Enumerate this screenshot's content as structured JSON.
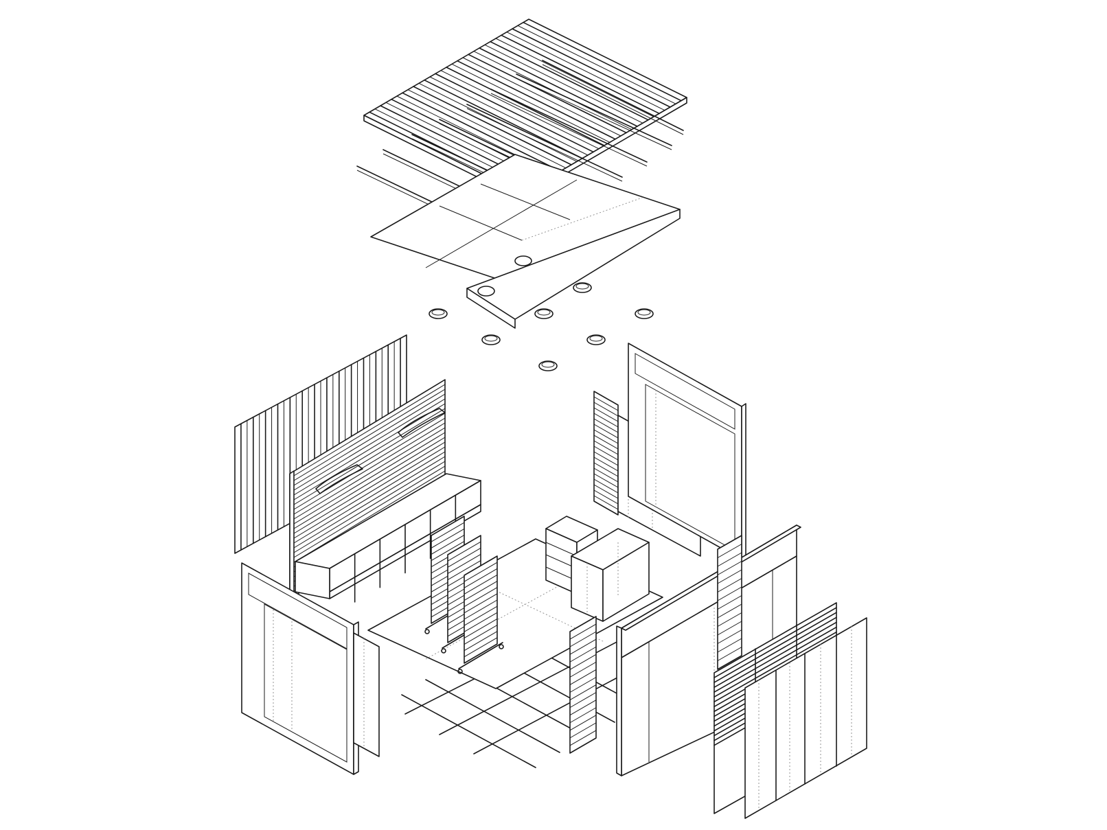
{
  "drawing": {
    "view": "exploded-axonometric",
    "line_color": "#1a1a1a",
    "hidden_line_color": "#888888",
    "background": "#ffffff"
  },
  "components": [
    {
      "id": "corrugated-roof-sheet"
    },
    {
      "id": "roof-purlins"
    },
    {
      "id": "ceiling-panel"
    },
    {
      "id": "downlights"
    },
    {
      "id": "corrugated-back-cladding"
    },
    {
      "id": "slatwall-back-wall-with-cabinets"
    },
    {
      "id": "left-door-frame-wall"
    },
    {
      "id": "left-side-panel"
    },
    {
      "id": "floor-platform"
    },
    {
      "id": "floor-joists"
    },
    {
      "id": "mobile-display-racks"
    },
    {
      "id": "step-display"
    },
    {
      "id": "glass-counter"
    },
    {
      "id": "right-slat-panel-rear"
    },
    {
      "id": "right-glass-panel"
    },
    {
      "id": "right-rear-frame-wall"
    },
    {
      "id": "front-fascia-wall"
    },
    {
      "id": "front-slat-panel"
    },
    {
      "id": "louvre-panel"
    },
    {
      "id": "front-sliding-doors"
    }
  ]
}
